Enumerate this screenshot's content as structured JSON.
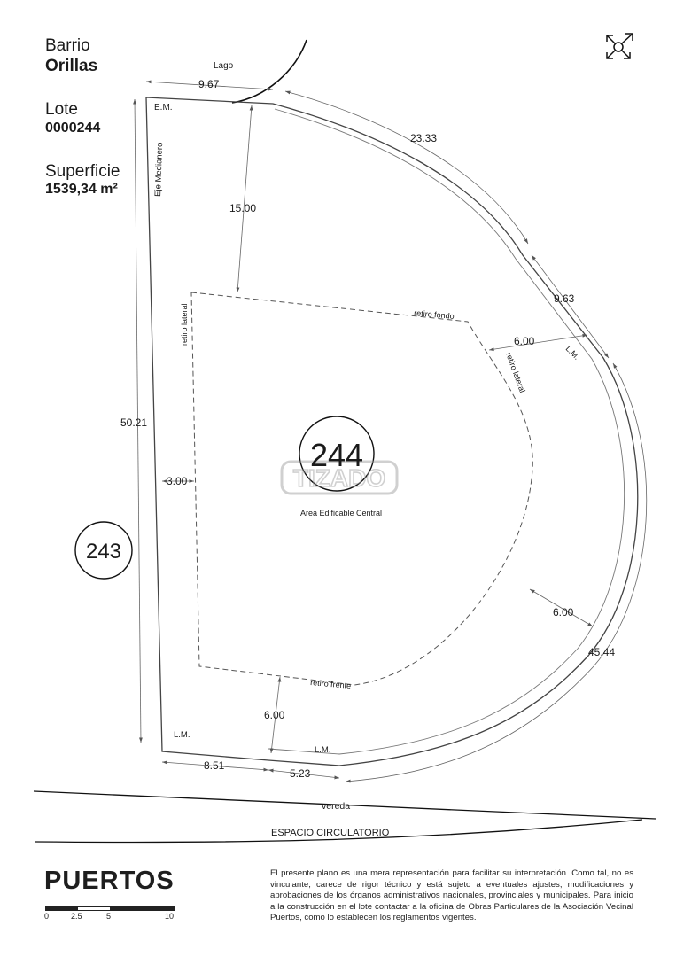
{
  "header": {
    "barrio_label": "Barrio",
    "barrio_name": "Orillas",
    "lote_label": "Lote",
    "lote_number": "0000244",
    "superficie_label": "Superficie",
    "superficie_value": "1539,34 m²"
  },
  "compass": {
    "icon": "expand-arrows-icon"
  },
  "plan": {
    "lago": "Lago",
    "em": "E.M.",
    "eje_medianero": "Eje Medianero",
    "retiro_lateral_left": "retiro lateral",
    "retiro_fondo": "retiro fondo",
    "retiro_lateral_right": "retiro lateral",
    "retiro_frente": "retiro frente",
    "lm_right": "L.M.",
    "lm_bottom_left": "L.M.",
    "lm_bottom_mid": "L.M.",
    "lot_number": "244",
    "neighbor_lot": "243",
    "area_label": "Area Edificable Central",
    "watermark": "TIZADO",
    "vereda": "vereda",
    "espacio": "ESPACIO CIRCULATORIO",
    "dimensions": {
      "top": "9.67",
      "arc_top": "23.33",
      "right_seg": "9.63",
      "left_side": "50.21",
      "curve_front": "45.44",
      "bottom_left": "8.51",
      "bottom_right": "5.23",
      "setback_back": "15.00",
      "setback_side_left": "3.00",
      "setback_side_right": "6.00",
      "setback_curve": "6.00",
      "setback_front": "6.00"
    }
  },
  "footer": {
    "logo": "PUERTOS",
    "scale_labels": [
      "0",
      "2.5",
      "5",
      "10"
    ],
    "disclaimer": "El presente plano es una mera representación para facilitar su interpretación. Como tal, no es vinculante, carece de rigor técnico y está sujeto a eventuales ajustes, modificaciones y aprobaciones de los órganos administrativos nacionales, provinciales y municipales. Para inicio a la construcción en el lote contactar a la oficina de Obras Particulares de la Asociación Vecinal Puertos, como lo establecen los reglamentos vigentes."
  }
}
